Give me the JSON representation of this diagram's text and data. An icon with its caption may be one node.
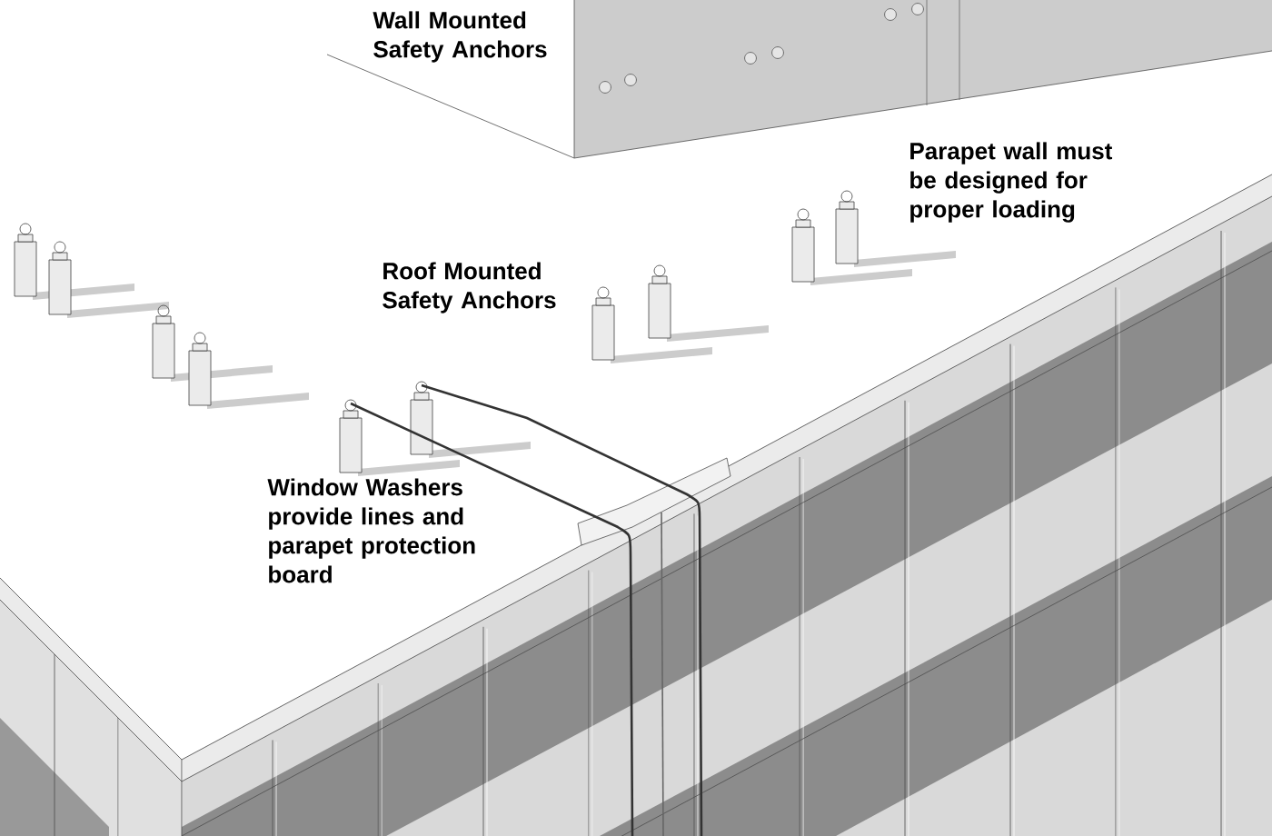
{
  "diagram": {
    "labels": [
      "Wall Mounted Safety Anchors",
      "Parapet wall must be designed for proper loading",
      "Roof Mounted Safety Anchors",
      "Window Washers provide lines and parapet protection board"
    ]
  }
}
